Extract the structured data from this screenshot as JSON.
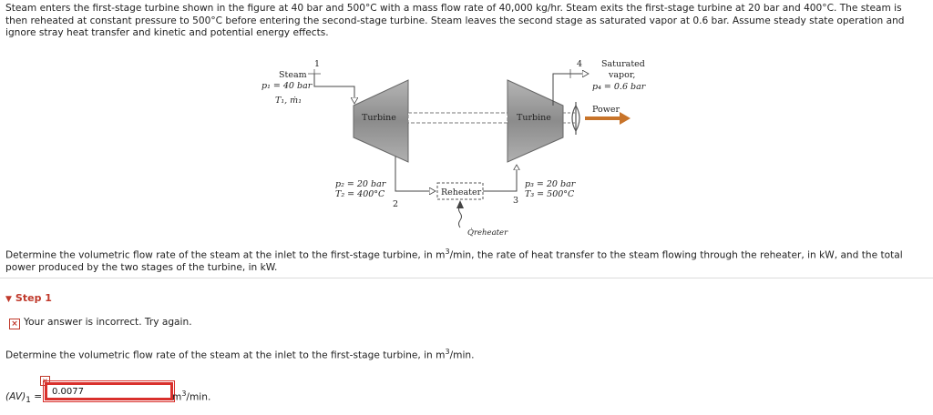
{
  "problem_text": "Steam enters the first-stage turbine shown in the figure at 40 bar and 500°C with a mass flow rate of 40,000 kg/hr. Steam exits the first-stage turbine at 20 bar and 400°C. The steam is then reheated at constant pressure to 500°C before entering the second-stage turbine. Steam leaves the second stage as saturated vapor at 0.6 bar. Assume steady state operation and ignore stray heat transfer and kinetic and potential energy effects.",
  "diagram": {
    "state1_number": "1",
    "state1_steam": "Steam",
    "state1_p": "p₁ = 40 bar",
    "state1_t": "T₁, ṁ₁",
    "turbine1_label": "Turbine",
    "turbine2_label": "Turbine",
    "state2_p": "p₂ = 20 bar",
    "state2_t": "T₂ = 400°C",
    "state2_number": "2",
    "reheater_label": "Reheater",
    "state3_p": "p₃ = 20 bar",
    "state3_t": "T₃ = 500°C",
    "state3_number": "3",
    "q_reheater": "Q̇reheater",
    "state4_number": "4",
    "state4_sat": "Saturated",
    "state4_vapor": "vapor,",
    "state4_p": "p₄ = 0.6 bar",
    "power_label": "Power"
  },
  "question": {
    "before_sup": "Determine the volumetric flow rate of the steam at the inlet to the first-stage turbine, in m",
    "sup": "3",
    "after_sup": "/min, the rate of heat transfer to the steam flowing through the reheater, in kW, and the total power produced by the two stages of the turbine, in kW."
  },
  "step": {
    "label": "Step 1"
  },
  "feedback": {
    "icon": "×",
    "text": "Your answer is incorrect.  Try again."
  },
  "sub_question": {
    "before_sup": "Determine the volumetric flow rate of the steam at the inlet to the first-stage turbine, in m",
    "sup": "3",
    "after_sup": "/min."
  },
  "answer": {
    "label_var": "(AV)",
    "label_sub": "1",
    "label_eq": " =",
    "value": "0.0077",
    "unit_before": "m",
    "unit_sup": "3",
    "unit_after": "/min.",
    "error_icon": "×"
  },
  "colors": {
    "error": "#d9302c",
    "accent_arrow": "#c8742a",
    "turbine_gray": "#9c9c9c"
  }
}
